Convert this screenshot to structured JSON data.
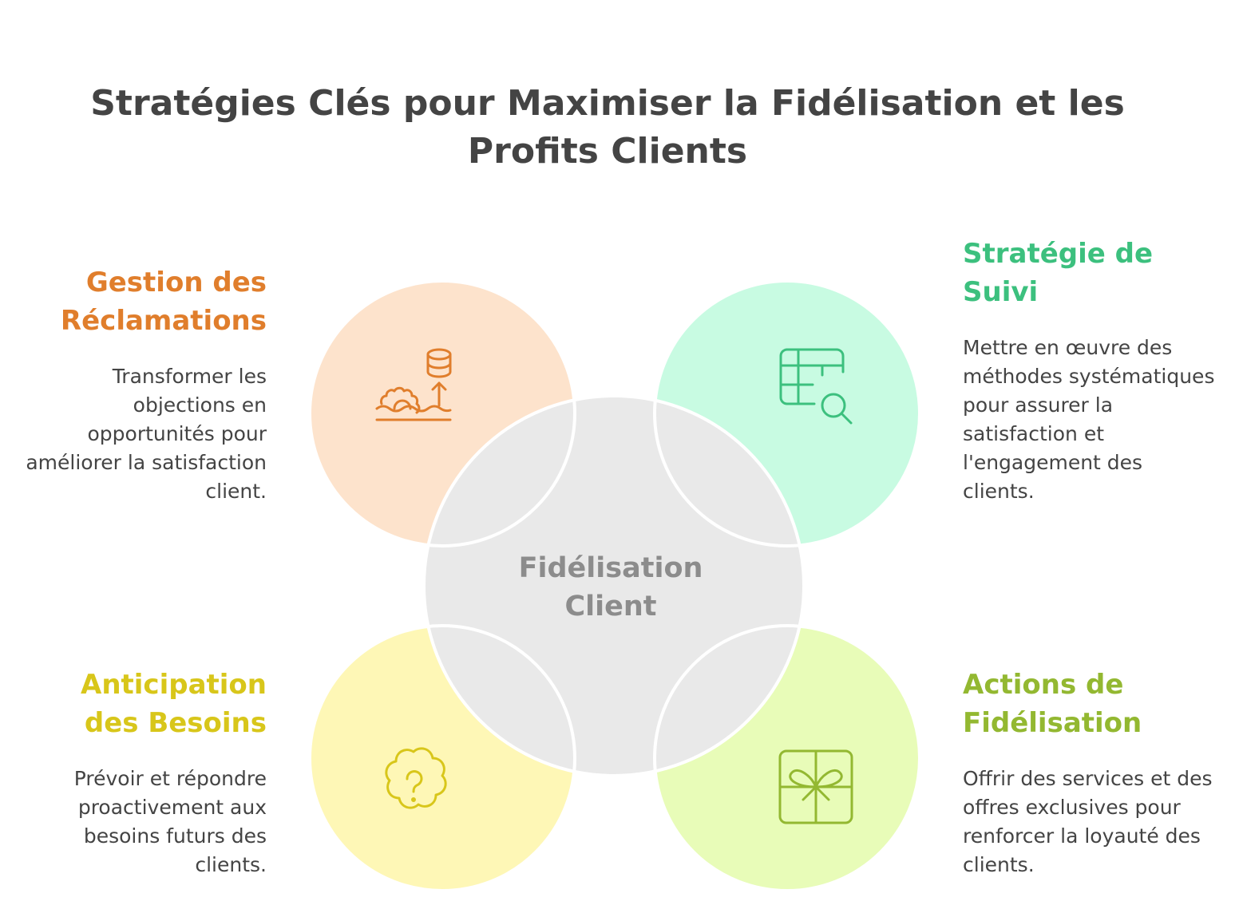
{
  "title": "Stratégies Clés pour Maximiser la Fidélisation et les Profits Clients",
  "center": {
    "label": "Fidélisation Client"
  },
  "sections": {
    "reclamations": {
      "heading": "Gestion des Réclamations",
      "description": "Transformer les objections en opportunités pour améliorer la satisfaction client.",
      "color": "#e07e2c",
      "circle_color": "#fde3cc",
      "icon": "gear-coins-growth-icon"
    },
    "suivi": {
      "heading": "Stratégie de Suivi",
      "description": "Mettre en œuvre des méthodes systématiques pour assurer la satisfaction et l'engagement des clients.",
      "color": "#3cc07e",
      "circle_color": "#c8fbe2",
      "icon": "table-search-icon"
    },
    "anticipation": {
      "heading": "Anticipation des Besoins",
      "description": "Prévoir et répondre proactivement aux besoins futurs des clients.",
      "color": "#d8c61a",
      "circle_color": "#fef7b6",
      "icon": "question-badge-icon"
    },
    "fidelisation": {
      "heading": "Actions de Fidélisation",
      "description": "Offrir des services et des offres exclusives pour renforcer la loyauté des clients.",
      "color": "#93b831",
      "circle_color": "#e8fcb8",
      "icon": "gift-icon"
    }
  }
}
